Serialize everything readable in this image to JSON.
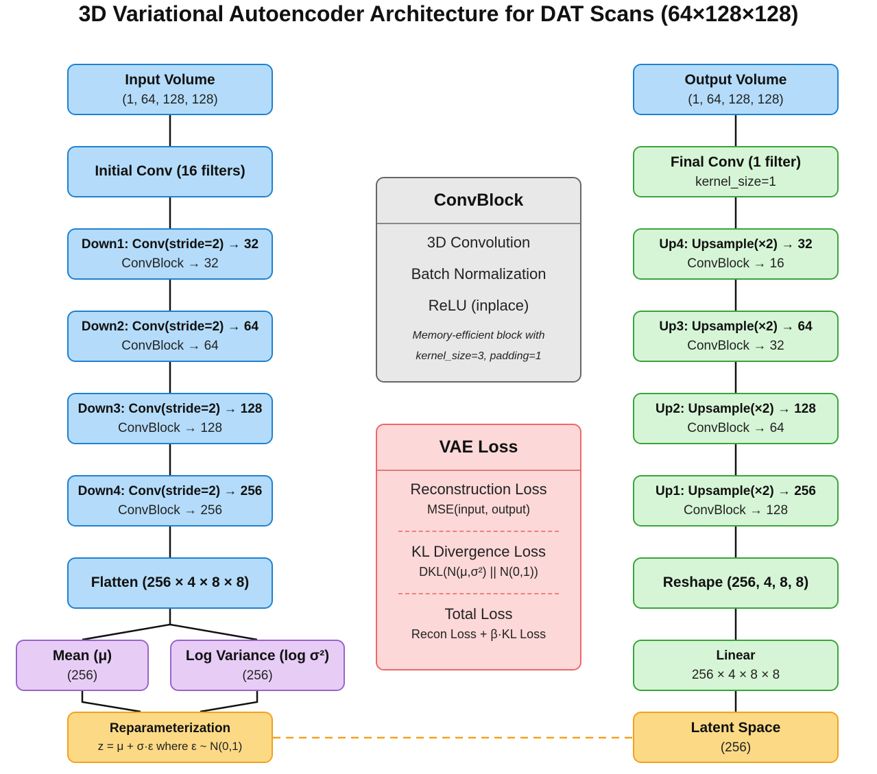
{
  "title": "3D Variational Autoencoder Architecture for DAT Scans (64×128×128)",
  "encoder": {
    "input": {
      "label": "Input Volume",
      "sub": "(1, 64, 128, 128)"
    },
    "initial": {
      "label": "Initial Conv (16 filters)"
    },
    "down1": {
      "label": "Down1: Conv(stride=2) → 32",
      "sub": "ConvBlock → 32"
    },
    "down2": {
      "label": "Down2: Conv(stride=2) → 64",
      "sub": "ConvBlock → 64"
    },
    "down3": {
      "label": "Down3: Conv(stride=2) → 128",
      "sub": "ConvBlock → 128"
    },
    "down4": {
      "label": "Down4: Conv(stride=2) → 256",
      "sub": "ConvBlock → 256"
    },
    "flatten": {
      "label": "Flatten (256 × 4 × 8 × 8)"
    },
    "mean": {
      "label": "Mean (μ)",
      "sub": "(256)"
    },
    "logvar": {
      "label": "Log Variance (log σ²)",
      "sub": "(256)"
    },
    "reparam": {
      "label": "Reparameterization",
      "sub": "z = μ + σ·ε where ε ~ N(0,1)"
    }
  },
  "decoder": {
    "output": {
      "label": "Output Volume",
      "sub": "(1, 64, 128, 128)"
    },
    "final": {
      "label": "Final Conv (1 filter)",
      "sub": "kernel_size=1"
    },
    "up4": {
      "label": "Up4: Upsample(×2) → 32",
      "sub": "ConvBlock → 16"
    },
    "up3": {
      "label": "Up3: Upsample(×2) → 64",
      "sub": "ConvBlock → 32"
    },
    "up2": {
      "label": "Up2: Upsample(×2) → 128",
      "sub": "ConvBlock → 64"
    },
    "up1": {
      "label": "Up1: Upsample(×2) → 256",
      "sub": "ConvBlock → 128"
    },
    "reshape": {
      "label": "Reshape (256, 4, 8, 8)"
    },
    "linear": {
      "label": "Linear",
      "sub": "256 × 4 × 8 × 8"
    },
    "latent": {
      "label": "Latent Space",
      "sub": "(256)"
    }
  },
  "convblock": {
    "title": "ConvBlock",
    "items": [
      "3D Convolution",
      "Batch Normalization",
      "ReLU (inplace)"
    ],
    "note": [
      "Memory-efficient block with",
      "kernel_size=3, padding=1"
    ]
  },
  "vaeloss": {
    "title": "VAE Loss",
    "recon": {
      "label": "Reconstruction Loss",
      "sub": "MSE(input, output)"
    },
    "kl": {
      "label": "KL Divergence Loss",
      "sub": "DKL(N(μ,σ²) || N(0,1))"
    },
    "total": {
      "label": "Total Loss",
      "sub": "Recon Loss + β·KL Loss"
    }
  },
  "colors": {
    "encoder": "#b4dcfa",
    "decoder": "#d6f5d6",
    "distribution": "#e7cdf6",
    "latent": "#fcd985",
    "convblock": "#e8e8e8",
    "loss": "#fdd8d8"
  }
}
